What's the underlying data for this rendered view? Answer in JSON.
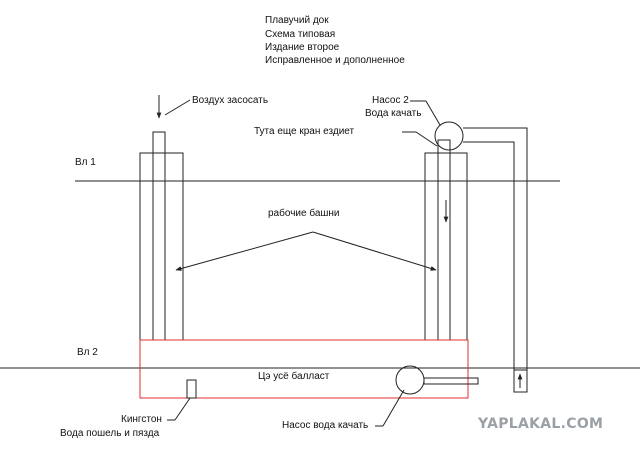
{
  "header": {
    "line1": "Плавучий док",
    "line2": "Схема типовая",
    "line3": "Издание второе",
    "line4": "Исправленное и дополненное"
  },
  "labels": {
    "air_suck": "Воздух засосать",
    "pump2_title": "Насос 2",
    "pump2_action": "Вода качать",
    "valve_note": "Тута еще кран ездиет",
    "waterline1": "Вл 1",
    "working_towers": "рабочие башни",
    "waterline2": "Вл 2",
    "ballast": "Цэ усё балласт",
    "kingston": "Кингстон",
    "kingston_note": "Вода пошель и пязда",
    "bottom_pump": "Насос вода качать"
  },
  "watermark": "YAPLAKAL.COM"
}
